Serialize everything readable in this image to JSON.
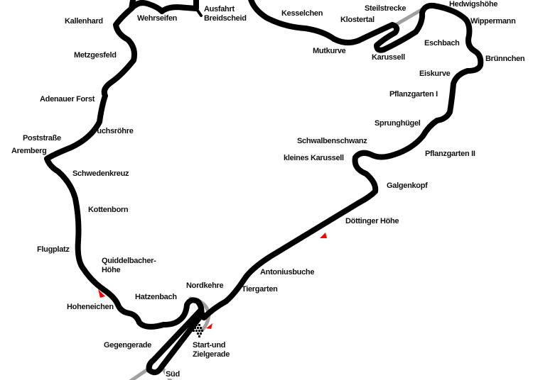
{
  "title": "Nürburgring Nordschleife",
  "colors": {
    "track": "#000000",
    "old_road": "#a0a0a0",
    "direction_marker": "#ff0000",
    "background": "#ffffff"
  },
  "labels": {
    "kallenhard": "Kallenhard",
    "wehrseifen": "Wehrseifen",
    "ausfahrt_breidscheid_1": "Ausfahrt",
    "ausfahrt_breidscheid_2": "Breidscheid",
    "kesselchen": "Kesselchen",
    "steilstrecke": "Steilstrecke",
    "hedwigshoehe": "Hedwigshöhe",
    "klostertal": "Klostertal",
    "wippermann": "Wippermann",
    "mutkurve": "Mutkurve",
    "eschbach": "Eschbach",
    "karussell": "Karussell",
    "bruennchen": "Brünnchen",
    "metzgesfeld": "Metzgesfeld",
    "eiskurve": "Eiskurve",
    "pflanzgarten_1": "Pflanzgarten I",
    "adenauer_forst": "Adenauer Forst",
    "sprunghuegel": "Sprunghügel",
    "fuchsroehre": "Fuchsröhre",
    "poststrasse": "Poststraße",
    "schwalbenschwanz": "Schwalbenschwanz",
    "aremberg": "Aremberg",
    "kleines_karussell": "kleines Karussell",
    "pflanzgarten_2": "Pflanzgarten II",
    "schwedenkreuz": "Schwedenkreuz",
    "galgenkopf": "Galgenkopf",
    "kottenborn": "Kottenborn",
    "doettinger_hoehe": "Döttinger Höhe",
    "flugplatz": "Flugplatz",
    "quiddelbacher_1": "Quiddelbacher-",
    "quiddelbacher_2": "Höhe",
    "antoniusbuche": "Antoniusbuche",
    "nordkehre": "Nordkehre",
    "tiergarten": "Tiergarten",
    "hatzenbach": "Hatzenbach",
    "hoheneichen": "Hoheneichen",
    "gegengerade": "Gegengerade",
    "start_ziel_1": "Start-und",
    "start_ziel_2": "Zielgerade",
    "sued": "Süd"
  }
}
